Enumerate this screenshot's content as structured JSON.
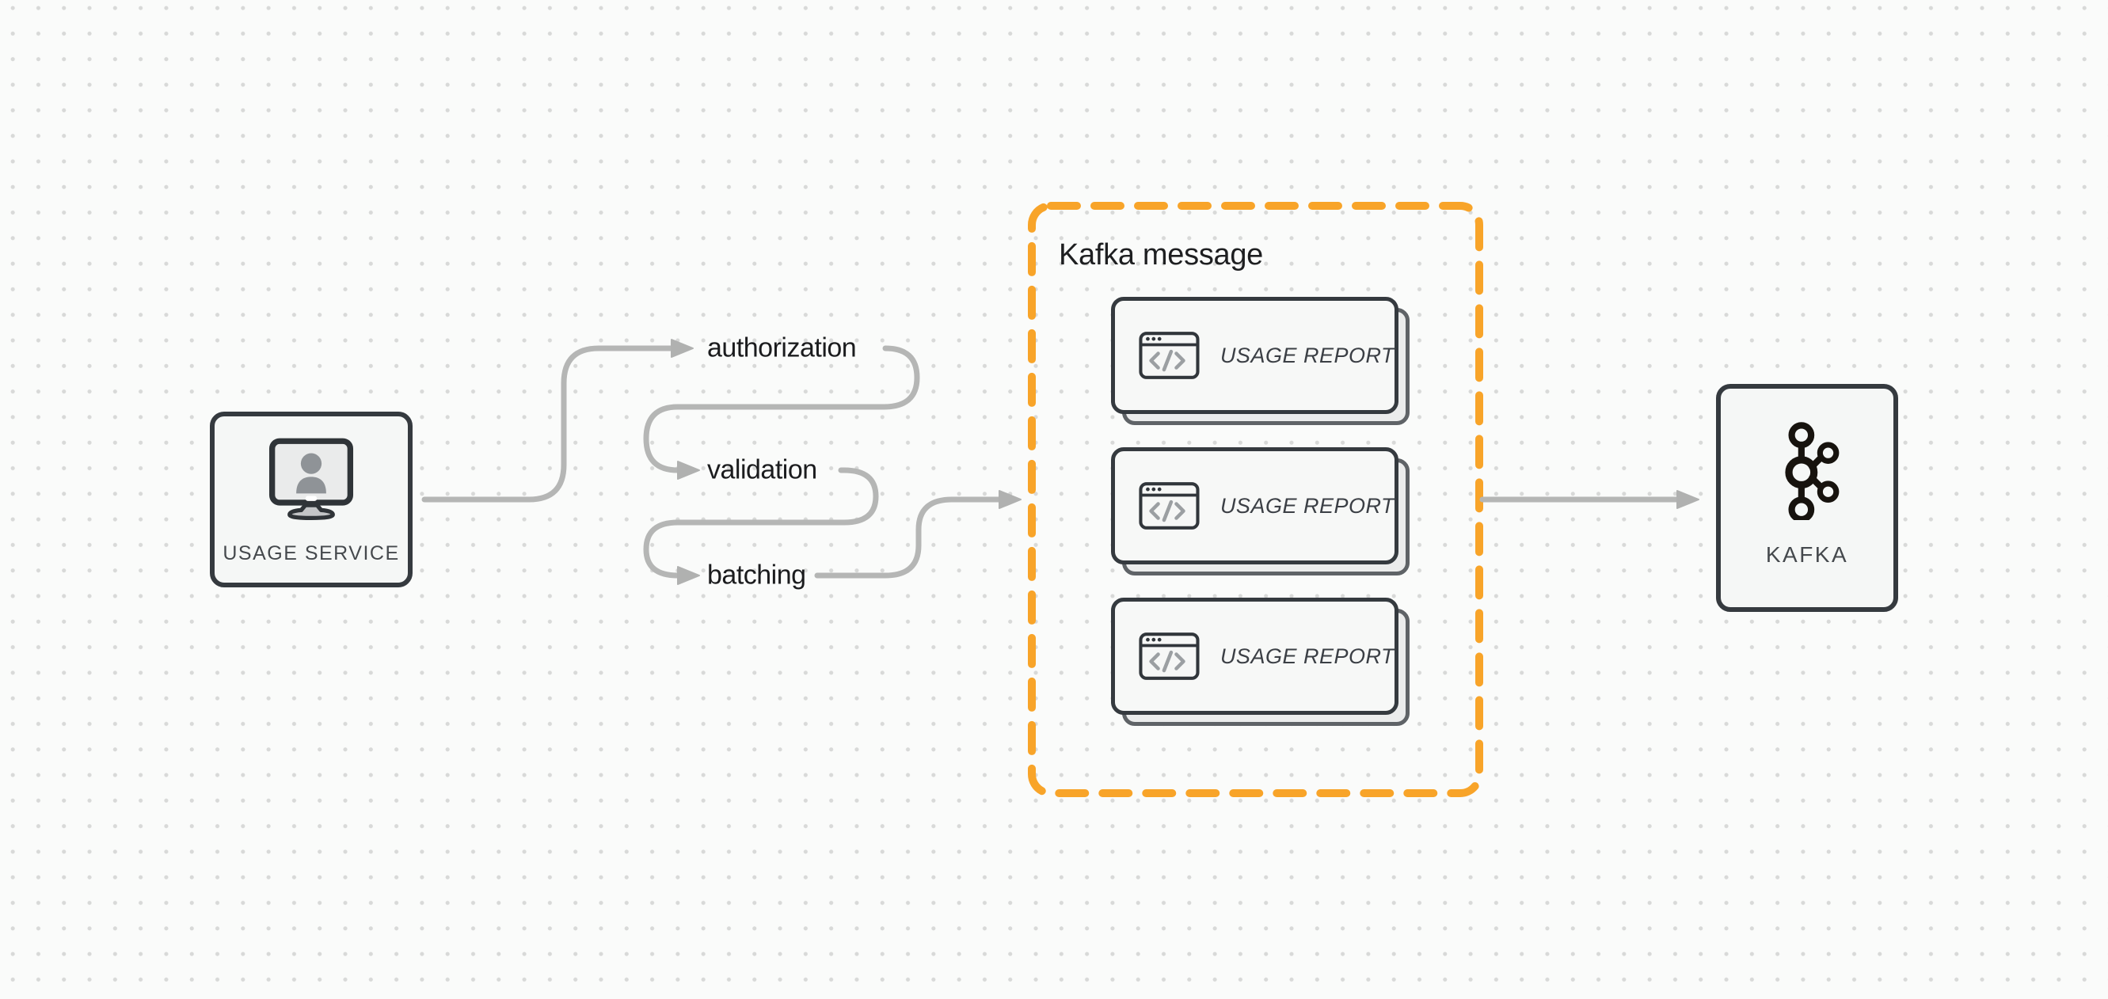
{
  "diagram": {
    "nodes": {
      "usage_service": {
        "label": "USAGE SERVICE",
        "icon": "user-monitor-icon"
      },
      "kafka": {
        "label": "KAFKA",
        "icon": "kafka-icon"
      }
    },
    "flow_steps": [
      {
        "label": "authorization"
      },
      {
        "label": "validation"
      },
      {
        "label": "batching"
      }
    ],
    "kafka_message_group": {
      "title": "Kafka message",
      "cards": [
        {
          "label": "USAGE REPORT",
          "icon": "code-window-icon"
        },
        {
          "label": "USAGE REPORT",
          "icon": "code-window-icon"
        },
        {
          "label": "USAGE REPORT",
          "icon": "code-window-icon"
        }
      ]
    },
    "colors": {
      "accent_orange": "#F8A429",
      "connector_gray": "#b5b6b5",
      "node_border": "#353a3f",
      "background": "#fafbfa",
      "dot_grid": "#d8d9d8"
    }
  }
}
